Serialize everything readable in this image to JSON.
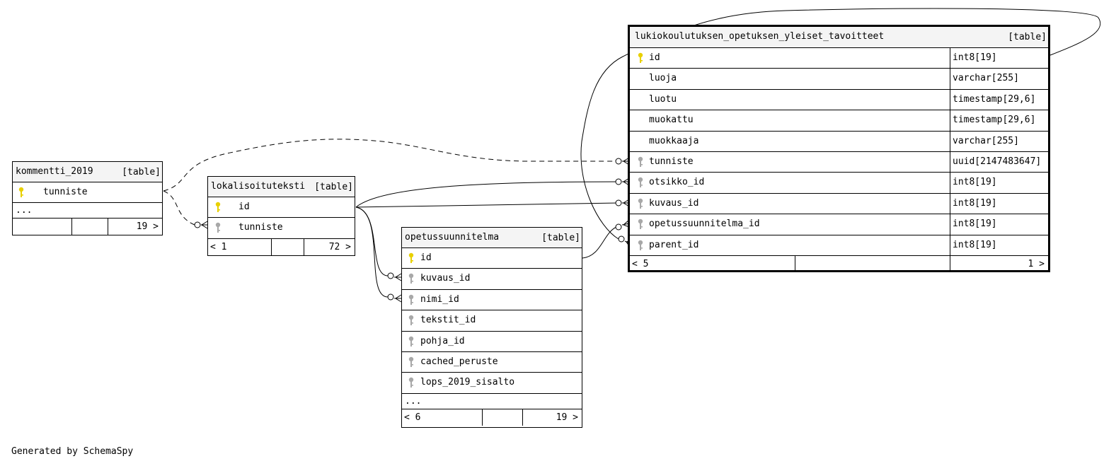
{
  "tables": {
    "kommentti": {
      "name": "kommentti_2019",
      "type": "[table]",
      "columns": [
        "tunniste"
      ],
      "ellipsis": "...",
      "footer": {
        "parents": "",
        "children": "19 >"
      }
    },
    "lokalisoituteksti": {
      "name": "lokalisoituteksti",
      "type": "[table]",
      "columns": [
        "id",
        "tunniste"
      ],
      "footer": {
        "parents": "< 1",
        "children": "72 >"
      }
    },
    "opetussuunnitelma": {
      "name": "opetussuunnitelma",
      "type": "[table]",
      "columns": [
        "id",
        "kuvaus_id",
        "nimi_id",
        "tekstit_id",
        "pohja_id",
        "cached_peruste",
        "lops_2019_sisalto"
      ],
      "ellipsis": "...",
      "footer": {
        "parents": "< 6",
        "children": "19 >"
      }
    },
    "tavoitteet": {
      "name": "lukiokoulutuksen_opetuksen_yleiset_tavoitteet",
      "type": "[table]",
      "columns": [
        {
          "name": "id",
          "type": "int8[19]"
        },
        {
          "name": "luoja",
          "type": "varchar[255]"
        },
        {
          "name": "luotu",
          "type": "timestamp[29,6]"
        },
        {
          "name": "muokattu",
          "type": "timestamp[29,6]"
        },
        {
          "name": "muokkaaja",
          "type": "varchar[255]"
        },
        {
          "name": "tunniste",
          "type": "uuid[2147483647]"
        },
        {
          "name": "otsikko_id",
          "type": "int8[19]"
        },
        {
          "name": "kuvaus_id",
          "type": "int8[19]"
        },
        {
          "name": "opetussuunnitelma_id",
          "type": "int8[19]"
        },
        {
          "name": "parent_id",
          "type": "int8[19]"
        }
      ],
      "footer": {
        "parents": "< 5",
        "children": "1 >"
      }
    }
  },
  "colors": {
    "primary_key": "#e8d000",
    "foreign_key": "#a8a8a8",
    "header_bg": "#f4f4f4"
  },
  "footer_text": "Generated by SchemaSpy"
}
